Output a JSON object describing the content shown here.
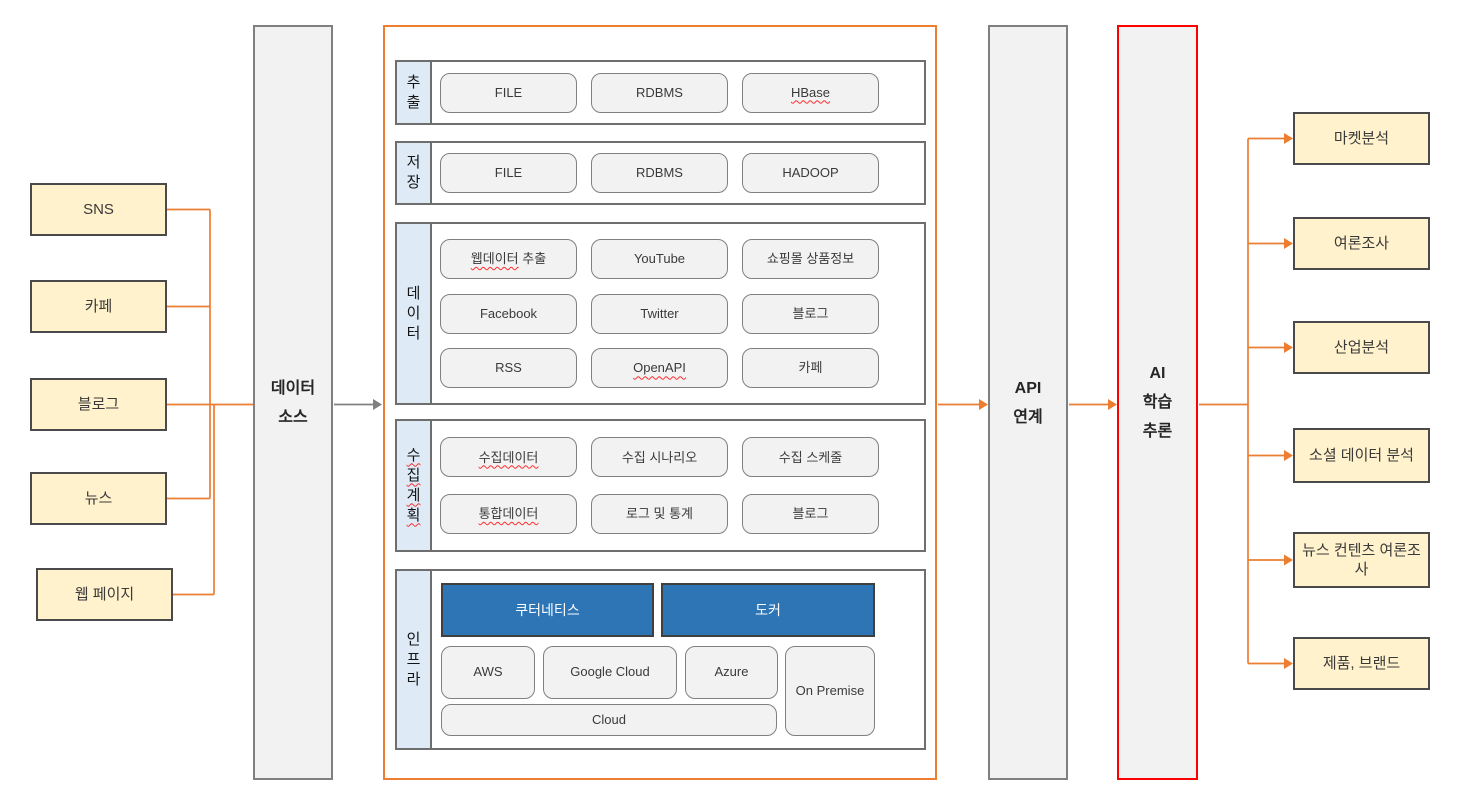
{
  "colors": {
    "accent_orange": "#ED7D31",
    "highlight_red": "#FF0000",
    "platform_blue": "#2E75B6",
    "source_yellow": "#FFF2CC",
    "label_light_blue": "#DEEBF7",
    "shape_gray": "#F2F2F2",
    "connector_gray": "#808080"
  },
  "sources": [
    {
      "label": "SNS"
    },
    {
      "label": "카페"
    },
    {
      "label": "블로그"
    },
    {
      "label": "뉴스"
    },
    {
      "label": "웹 페이지"
    }
  ],
  "data_source": {
    "lines": [
      "데이터",
      "소스"
    ]
  },
  "pipeline_rows": [
    {
      "label": "추출",
      "label_chars": [
        {
          "ch": "추"
        },
        {
          "ch": "출"
        }
      ],
      "box_rows": [
        [
          {
            "parts": [
              {
                "text": "FILE"
              }
            ]
          },
          {
            "parts": [
              {
                "text": "RDBMS"
              }
            ]
          },
          {
            "parts": [
              {
                "text": "HBase",
                "misspelled": true
              }
            ]
          }
        ]
      ]
    },
    {
      "label": "저장",
      "label_chars": [
        {
          "ch": "저"
        },
        {
          "ch": "장"
        }
      ],
      "box_rows": [
        [
          {
            "parts": [
              {
                "text": "FILE"
              }
            ]
          },
          {
            "parts": [
              {
                "text": "RDBMS"
              }
            ]
          },
          {
            "parts": [
              {
                "text": "HADOOP"
              }
            ]
          }
        ]
      ]
    },
    {
      "label": "데이터",
      "label_chars": [
        {
          "ch": "데"
        },
        {
          "ch": "이"
        },
        {
          "ch": "터"
        }
      ],
      "box_rows": [
        [
          {
            "parts": [
              {
                "text": "웹데이터",
                "misspelled": true
              },
              {
                "text": " 추출"
              }
            ]
          },
          {
            "parts": [
              {
                "text": "YouTube"
              }
            ]
          },
          {
            "parts": [
              {
                "text": "쇼핑몰 상품정보"
              }
            ]
          }
        ],
        [
          {
            "parts": [
              {
                "text": "Facebook"
              }
            ]
          },
          {
            "parts": [
              {
                "text": "Twitter"
              }
            ]
          },
          {
            "parts": [
              {
                "text": "블로그"
              }
            ]
          }
        ],
        [
          {
            "parts": [
              {
                "text": "RSS"
              }
            ]
          },
          {
            "parts": [
              {
                "text": "OpenAPI",
                "misspelled": true
              }
            ]
          },
          {
            "parts": [
              {
                "text": "카페"
              }
            ]
          }
        ]
      ]
    },
    {
      "label": "수집계획",
      "label_chars": [
        {
          "ch": "수",
          "misspelled": true
        },
        {
          "ch": "집",
          "misspelled": true
        },
        {
          "ch": "계",
          "misspelled": true
        },
        {
          "ch": "획",
          "misspelled": true
        }
      ],
      "box_rows": [
        [
          {
            "parts": [
              {
                "text": "수집데이터",
                "misspelled": true
              }
            ]
          },
          {
            "parts": [
              {
                "text": "수집 시나리오"
              }
            ]
          },
          {
            "parts": [
              {
                "text": "수집 스케줄"
              }
            ]
          }
        ],
        [
          {
            "parts": [
              {
                "text": "통합데이터",
                "misspelled": true
              }
            ]
          },
          {
            "parts": [
              {
                "text": "로그 및 통계"
              }
            ]
          },
          {
            "parts": [
              {
                "text": "블로그"
              }
            ]
          }
        ]
      ]
    },
    {
      "label": "인프라",
      "label_chars": [
        {
          "ch": "인"
        },
        {
          "ch": "프"
        },
        {
          "ch": "라"
        }
      ],
      "infra": {
        "platforms": [
          {
            "text": "쿠터네티스"
          },
          {
            "text": "도커"
          }
        ],
        "clouds": [
          {
            "text": "AWS"
          },
          {
            "text": "Google Cloud"
          },
          {
            "text": "Azure"
          },
          {
            "text": "On Premise"
          }
        ],
        "bar": {
          "text": "Cloud"
        }
      }
    }
  ],
  "api_box": {
    "lines": [
      "API",
      "연계"
    ]
  },
  "ai_box": {
    "lines": [
      "AI",
      "학습",
      "추론"
    ]
  },
  "outputs": [
    {
      "label": "마켓분석"
    },
    {
      "label": "여론조사"
    },
    {
      "label": "산업분석"
    },
    {
      "label": "소셜 데이터 분석"
    },
    {
      "label": "뉴스 컨텐츠 여론조사"
    },
    {
      "label": "제품, 브랜드"
    }
  ]
}
